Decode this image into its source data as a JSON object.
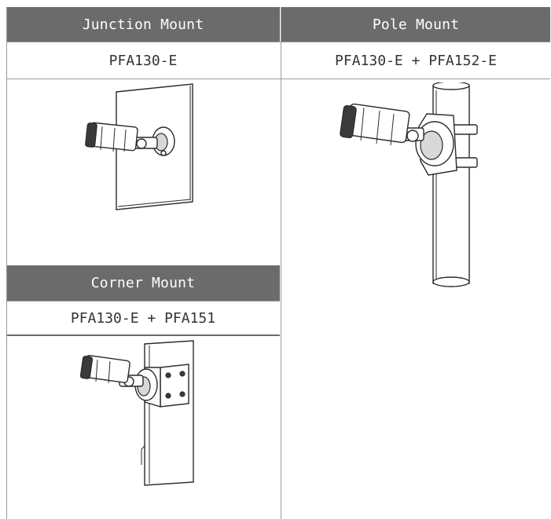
{
  "table": {
    "junction": {
      "header": "Junction Mount",
      "model": "PFA130-E"
    },
    "pole": {
      "header": "Pole Mount",
      "model": "PFA130-E + PFA152-E"
    },
    "corner": {
      "header": "Corner Mount",
      "model": "PFA130-E + PFA151"
    }
  },
  "colors": {
    "header_bg": "#6b6b6b",
    "header_text": "#ffffff",
    "border": "#9a9a9a"
  },
  "icons": {
    "junction_illustration": "camera-junction-mount-icon",
    "pole_illustration": "camera-pole-mount-icon",
    "corner_illustration": "camera-corner-mount-icon"
  }
}
